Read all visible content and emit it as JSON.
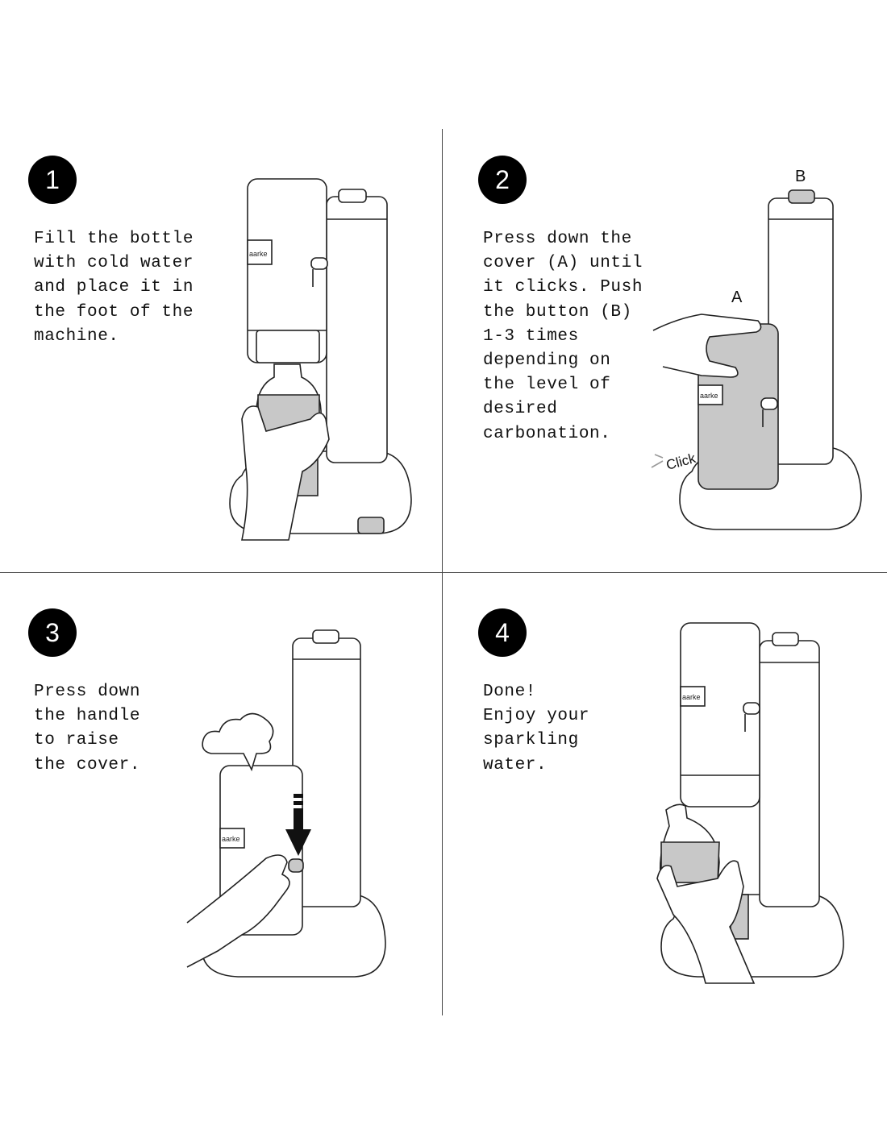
{
  "steps": [
    {
      "number": "1",
      "text": "Fill the bottle\nwith cold water\nand place it in\nthe foot of the\nmachine."
    },
    {
      "number": "2",
      "text": "Press down the\ncover (A) until\nit clicks. Push\nthe button (B)\n1-3 times\ndepending on\nthe level of\ndesired\ncarbonation."
    },
    {
      "number": "3",
      "text": "Press down\nthe handle\nto raise\nthe cover."
    },
    {
      "number": "4",
      "text": "Done!\nEnjoy your\nsparkling\nwater."
    }
  ],
  "illustration": {
    "brand_label": "aarke",
    "label_a": "A",
    "label_b": "B",
    "click_text": "Click"
  },
  "colors": {
    "line": "#222222",
    "fill_gray": "#c8c8c8",
    "circle": "#000000"
  }
}
